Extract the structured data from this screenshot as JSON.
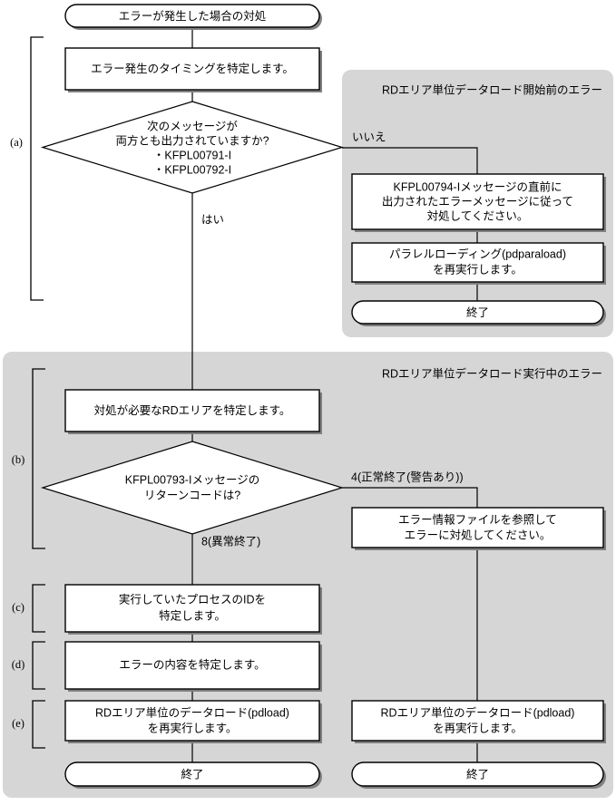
{
  "diagram": {
    "title_node": "エラーが発生した場合の対処",
    "panels": [
      {
        "id": "panel-pre-load",
        "title": "RDエリア単位データロード開始前のエラー"
      },
      {
        "id": "panel-during-load",
        "title": "RDエリア単位データロード実行中のエラー"
      }
    ],
    "brackets": [
      {
        "id": "a",
        "label": "(a)"
      },
      {
        "id": "b",
        "label": "(b)"
      },
      {
        "id": "c",
        "label": "(c)"
      },
      {
        "id": "d",
        "label": "(d)"
      },
      {
        "id": "e",
        "label": "(e)"
      }
    ],
    "nodes": {
      "start": "エラーが発生した場合の対処",
      "step_a1": "エラー発生のタイミングを特定します。",
      "decision_a": {
        "line1": "次のメッセージが",
        "line2": "両方とも出力されていますか?",
        "line3": "・KFPL00791-I",
        "line4": "・KFPL00792-I"
      },
      "box_pre_1": {
        "line1": "KFPL00794-Iメッセージの直前に",
        "line2": "出力されたエラーメッセージに従って",
        "line3": "対処してください。"
      },
      "box_pre_2": {
        "line1": "パラレルローディング(pdparaload)",
        "line2": "を再実行します。"
      },
      "end_pre": "終了",
      "step_b1": "対処が必要なRDエリアを特定します。",
      "decision_b": {
        "line1": "KFPL00793-Iメッセージの",
        "line2": "リターンコードは?"
      },
      "box_during_1": {
        "line1": "エラー情報ファイルを参照して",
        "line2": "エラーに対処してください。"
      },
      "step_c": {
        "line1": "実行していたプロセスのIDを",
        "line2": "特定します。"
      },
      "step_d": "エラーの内容を特定します。",
      "step_e_left": {
        "line1": "RDエリア単位のデータロード(pdload)",
        "line2": "を再実行します。"
      },
      "step_e_right": {
        "line1": "RDエリア単位のデータロード(pdload)",
        "line2": "を再実行します。"
      },
      "end_left": "終了",
      "end_right": "終了"
    },
    "edge_labels": {
      "no": "いいえ",
      "yes": "はい",
      "rc4": "4(正常終了(警告あり))",
      "rc8": "8(異常終了)"
    },
    "colors": {
      "panel_fill": "#d6d6d6",
      "box_fill": "#ffffff",
      "line": "#000000",
      "shadow": "#808080"
    }
  }
}
